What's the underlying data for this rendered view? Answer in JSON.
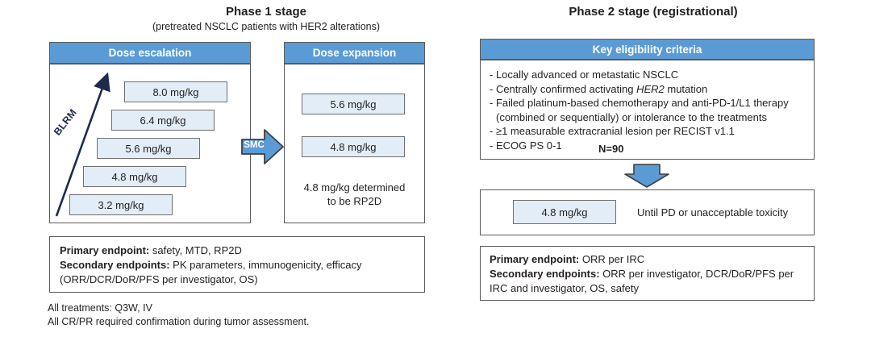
{
  "phase1": {
    "title": "Phase 1 stage",
    "subtitle": "(pretreated NSCLC patients with HER2 alterations)",
    "escalation": {
      "header": "Dose escalation",
      "arrow_label": "BLRM",
      "doses": [
        "8.0 mg/kg",
        "6.4 mg/kg",
        "5.6 mg/kg",
        "4.8 mg/kg",
        "3.2 mg/kg"
      ]
    },
    "smc_arrow_label": "SMC",
    "expansion": {
      "header": "Dose expansion",
      "doses": [
        "5.6 mg/kg",
        "4.8 mg/kg"
      ],
      "note_line1": "4.8 mg/kg determined",
      "note_line2": "to be RP2D"
    },
    "endpoints": {
      "primary_label": "Primary endpoint:",
      "primary_text": " safety, MTD, RP2D",
      "secondary_label": "Secondary endpoints:",
      "secondary_text": " PK parameters, immunogenicity, efficacy",
      "secondary_line2": "(ORR/DCR/DoR/PFS per investigator, OS)"
    }
  },
  "phase2": {
    "title": "Phase 2 stage (registrational)",
    "criteria": {
      "header": "Key eligibility criteria",
      "items_line1": "- Locally advanced or metastatic NSCLC",
      "items_line2_a": "- Centrally confirmed activating ",
      "items_line2_gene": "HER2",
      "items_line2_b": " mutation",
      "items_line3": "- Failed platinum-based chemotherapy and anti-PD-1/L1 therapy",
      "items_line3_cont": "(combined or sequentially) or intolerance to the treatments",
      "items_line4": "-  ≥1 measurable extracranial lesion per RECIST v1.1",
      "items_line5": "- ECOG PS 0-1",
      "n_label": "N=90"
    },
    "treatment": {
      "dose": "4.8 mg/kg",
      "duration": "Until PD or unacceptable toxicity"
    },
    "endpoints": {
      "primary_label": "Primary endpoint:",
      "primary_text": " ORR per IRC",
      "secondary_label": "Secondary endpoints:",
      "secondary_text": " ORR per investigator, DCR/DoR/PFS per",
      "secondary_line2": "IRC and investigator, OS, safety"
    }
  },
  "footnotes": {
    "line1": "All treatments: Q3W, IV",
    "line2": "All CR/PR required confirmation during tumor assessment."
  },
  "colors": {
    "header_blue": "#5b9bd5",
    "chip_fill": "#e3edf7",
    "border_gray": "#5a5a5a",
    "arrow_navy": "#1f2a4d"
  }
}
